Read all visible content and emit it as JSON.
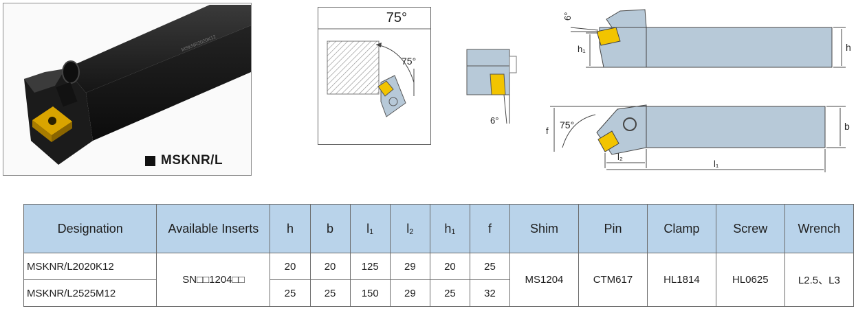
{
  "photo": {
    "model_label": "MSKNR/L",
    "shank_engraving": "MSKNR2020K12"
  },
  "drawing_angle_box": {
    "title": "75°",
    "inner_angle": "75°"
  },
  "drawing_insert_side": {
    "angle": "6°"
  },
  "drawing_side_view": {
    "angle": "6°",
    "dim_h1": "h₁",
    "dim_h": "h"
  },
  "drawing_top_view": {
    "angle": "75°",
    "dim_f": "f",
    "dim_l2": "l₂",
    "dim_l1": "l₁",
    "dim_b": "b"
  },
  "table": {
    "headers": {
      "designation": "Designation",
      "inserts": "Available Inserts",
      "h": "h",
      "b": "b",
      "l1_main": "l",
      "l1_sub": "1",
      "l2_main": "l",
      "l2_sub": "2",
      "h1_main": "h",
      "h1_sub": "1",
      "f": "f",
      "shim": "Shim",
      "pin": "Pin",
      "clamp": "Clamp",
      "screw": "Screw",
      "wrench": "Wrench"
    },
    "rows": [
      {
        "designation": "MSKNR/L2020K12",
        "h": "20",
        "b": "20",
        "l1": "125",
        "l2": "29",
        "h1": "20",
        "f": "25"
      },
      {
        "designation": "MSKNR/L2525M12",
        "h": "25",
        "b": "25",
        "l1": "150",
        "l2": "29",
        "h1": "25",
        "f": "32"
      }
    ],
    "shared": {
      "inserts": "SN□□1204□□",
      "shim": "MS1204",
      "pin": "CTM617",
      "clamp": "HL1814",
      "screw": "HL0625",
      "wrench": "L2.5、L3"
    }
  },
  "colors": {
    "header_bg": "#b9d3ea",
    "tool_body": "#b7c9d8",
    "insert": "#f2c400"
  }
}
